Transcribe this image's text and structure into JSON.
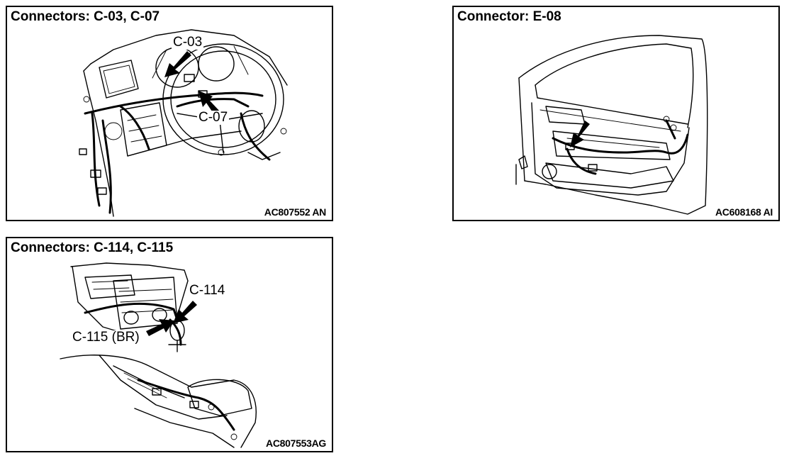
{
  "panels": [
    {
      "title": "Connectors: C-03, C-07",
      "code": "AC807552 AN",
      "labels": [
        "C-03",
        "C-07"
      ]
    },
    {
      "title": "Connector: E-08",
      "code": "AC608168 AI",
      "labels": []
    },
    {
      "title": "Connectors: C-114, C-115",
      "code": "AC807553AG",
      "labels": [
        "C-114",
        "C-115 (BR)"
      ]
    }
  ]
}
